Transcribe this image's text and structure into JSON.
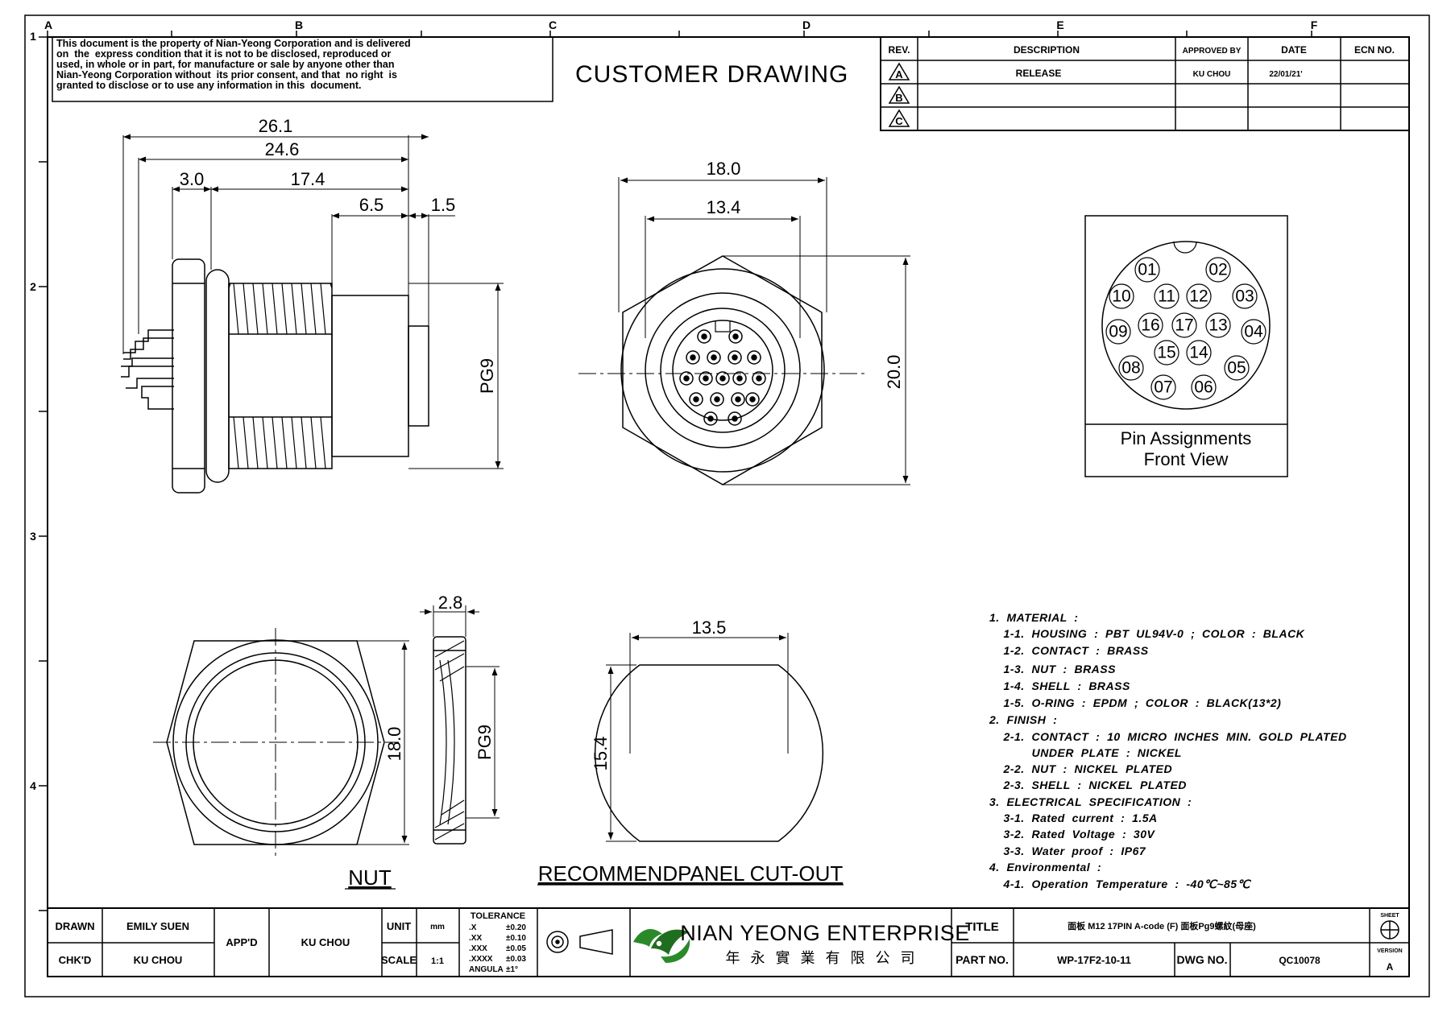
{
  "notice": "This document is the property of Nian-Yeong Corporation and is delivered\non  the  express condition that it is not to be disclosed, reproduced or\nused, in whole or in part, for manufacture or sale by anyone other than\nNian-Yeong Corporation without  its prior consent, and that  no right  is\ngranted to disclose or to use any information in this  document.",
  "drawing_title": "CUSTOMER  DRAWING",
  "border": {
    "cols": [
      "A",
      "B",
      "C",
      "D",
      "E",
      "F"
    ],
    "rows": [
      "1",
      "2",
      "3",
      "4"
    ]
  },
  "revision_table": {
    "headers": [
      "REV.",
      "DESCRIPTION",
      "APPROVED BY",
      "DATE",
      "ECN NO."
    ],
    "rows": [
      {
        "rev": "A",
        "description": "RELEASE",
        "approved_by": "KU CHOU",
        "date": "22/01/21'",
        "ecn": ""
      },
      {
        "rev": "B",
        "description": "",
        "approved_by": "",
        "date": "",
        "ecn": ""
      },
      {
        "rev": "C",
        "description": "",
        "approved_by": "",
        "date": "",
        "ecn": ""
      }
    ]
  },
  "dimensions": {
    "side": {
      "d261": "26.1",
      "d246": "24.6",
      "d30": "3.0",
      "d174": "17.4",
      "d65": "6.5",
      "d15": "1.5",
      "pg9": "PG9"
    },
    "front": {
      "d180": "18.0",
      "d134": "13.4",
      "d200": "20.0"
    },
    "nut": {
      "d28": "2.8",
      "d180": "18.0",
      "pg9": "PG9"
    },
    "cutout": {
      "d135": "13.5",
      "d154": "15.4"
    }
  },
  "pin_view": {
    "pins": [
      "01",
      "02",
      "03",
      "04",
      "05",
      "06",
      "07",
      "08",
      "09",
      "10",
      "11",
      "12",
      "13",
      "14",
      "15",
      "16",
      "17"
    ],
    "caption_line1": "Pin Assignments",
    "caption_line2": "Front View"
  },
  "labels": {
    "nut": "NUT",
    "cutout": "RECOMMENDPANEL  CUT-OUT"
  },
  "notes": [
    "1.  MATERIAL  :",
    "    1-1.  HOUSING  :  PBT  UL94V-0  ;  COLOR  :  BLACK",
    "    1-2.  CONTACT  :  BRASS",
    "    1-3.  NUT  :  BRASS",
    "    1-4.  SHELL  :  BRASS",
    "    1-5.  O-RING  :  EPDM  ;  COLOR  :  BLACK(13*2)",
    "2.  FINISH  :",
    "    2-1.  CONTACT  :  10  MICRO  INCHES  MIN.  GOLD  PLATED",
    "            UNDER  PLATE  :  NICKEL",
    "    2-2.  NUT  :  NICKEL  PLATED",
    "    2-3.  SHELL  :  NICKEL  PLATED",
    "3.  ELECTRICAL  SPECIFICATION  :",
    "    3-1.  Rated  current  :  1.5A",
    "    3-2.  Rated  Voltage  :  30V",
    "    3-3.  Water  proof  :  IP67",
    "4.  Environmental  :",
    "    4-1.  Operation  Temperature  :  -40℃~85℃"
  ],
  "title_block": {
    "drawn_label": "DRAWN",
    "drawn_value": "EMILY SUEN",
    "chkd_label": "CHK'D",
    "chkd_value": "KU CHOU",
    "appd_label": "APP'D",
    "appd_value": "KU CHOU",
    "unit_label": "UNIT",
    "unit_value": "mm",
    "scale_label": "SCALE",
    "scale_value": "1:1",
    "tolerance_label": "TOLERANCE",
    "tolerances": [
      {
        "k": ".X",
        "v": "±0.20"
      },
      {
        "k": ".XX",
        "v": "±0.10"
      },
      {
        "k": ".XXX",
        "v": "±0.05"
      },
      {
        "k": ".XXXX",
        "v": "±0.03"
      },
      {
        "k": "ANGULA",
        "v": "±1°"
      }
    ],
    "company_name": "NIAN YEONG ENTERPRISE",
    "company_chinese": "年 永 實 業 有 限 公 司",
    "title_label": "TITLE",
    "title_value": "面板 M12 17PIN A-code (F) 面板Pg9螺紋(母座)",
    "partno_label": "PART NO.",
    "partno_value": "WP-17F2-10-11",
    "dwgno_label": "DWG NO.",
    "dwgno_value": "QC10078",
    "sheet_label": "SHEET",
    "version_label": "VERSION",
    "version_value": "A"
  }
}
